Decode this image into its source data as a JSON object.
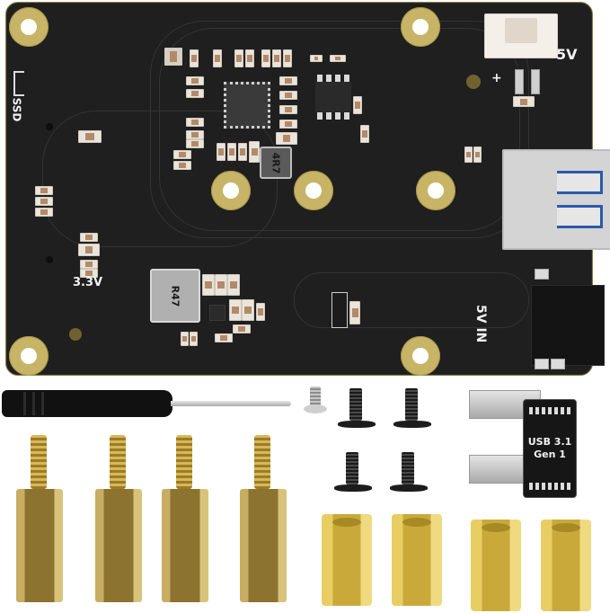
{
  "image": {
    "subject": "USB 3.1 SSD expansion board kit",
    "background": "#ffffff"
  },
  "pcb": {
    "color": "#1f1f1f",
    "mounting_hole_color": "#c7b466",
    "silkscreen": {
      "ssd_label": "SSD",
      "power_5v_label": "5V",
      "plus_label": "+",
      "rail_3v3_label": "3.3V",
      "power_in_label": "5V IN"
    },
    "inductors": [
      {
        "marking": "4R7"
      },
      {
        "marking": "R47"
      }
    ],
    "connectors": {
      "jst_header": "2-pin 5V header",
      "usb_a": "USB 3.0 Type-A port",
      "dc_jack": "DC power jack"
    }
  },
  "accessories": {
    "screwdriver": "screwdriver",
    "silver_screw_count": 1,
    "black_screw_count": 4,
    "male_female_standoff_count": 4,
    "female_female_standoff_count": 4,
    "usb_bridge": {
      "line1": "USB 3.1",
      "line2": "Gen 1"
    }
  }
}
